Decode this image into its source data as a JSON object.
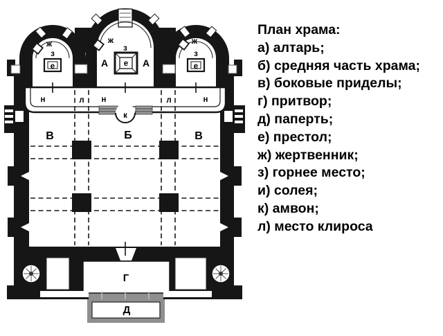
{
  "legend": {
    "title": "План храма:",
    "items": [
      "а) алтарь;",
      "б) средняя часть храма;",
      "в) боковые приделы;",
      "г) притвор;",
      "д) паперть;",
      "е) престол;",
      "ж) жертвенник;",
      "з) горнее место;",
      "и) солея;",
      "к) амвон;",
      "л) место клироса"
    ]
  },
  "plan": {
    "labels": {
      "zh_left": "ж",
      "zh_center": "ж",
      "zh_right": "ж",
      "z_left": "з",
      "z_center": "з",
      "z_right": "з",
      "e_left": "е",
      "e_center": "е",
      "e_right": "е",
      "a_left": "А",
      "a_right": "А",
      "n_left": "н",
      "n_center": "н",
      "n_right": "н",
      "l_left": "л",
      "l_right": "л",
      "k": "к",
      "v_left": "В",
      "v_right": "В",
      "b": "Б",
      "g": "Г",
      "d": "Д"
    },
    "colors": {
      "ink": "#161616",
      "paper": "#ffffff",
      "porch_gray": "#8f8f8f"
    }
  }
}
